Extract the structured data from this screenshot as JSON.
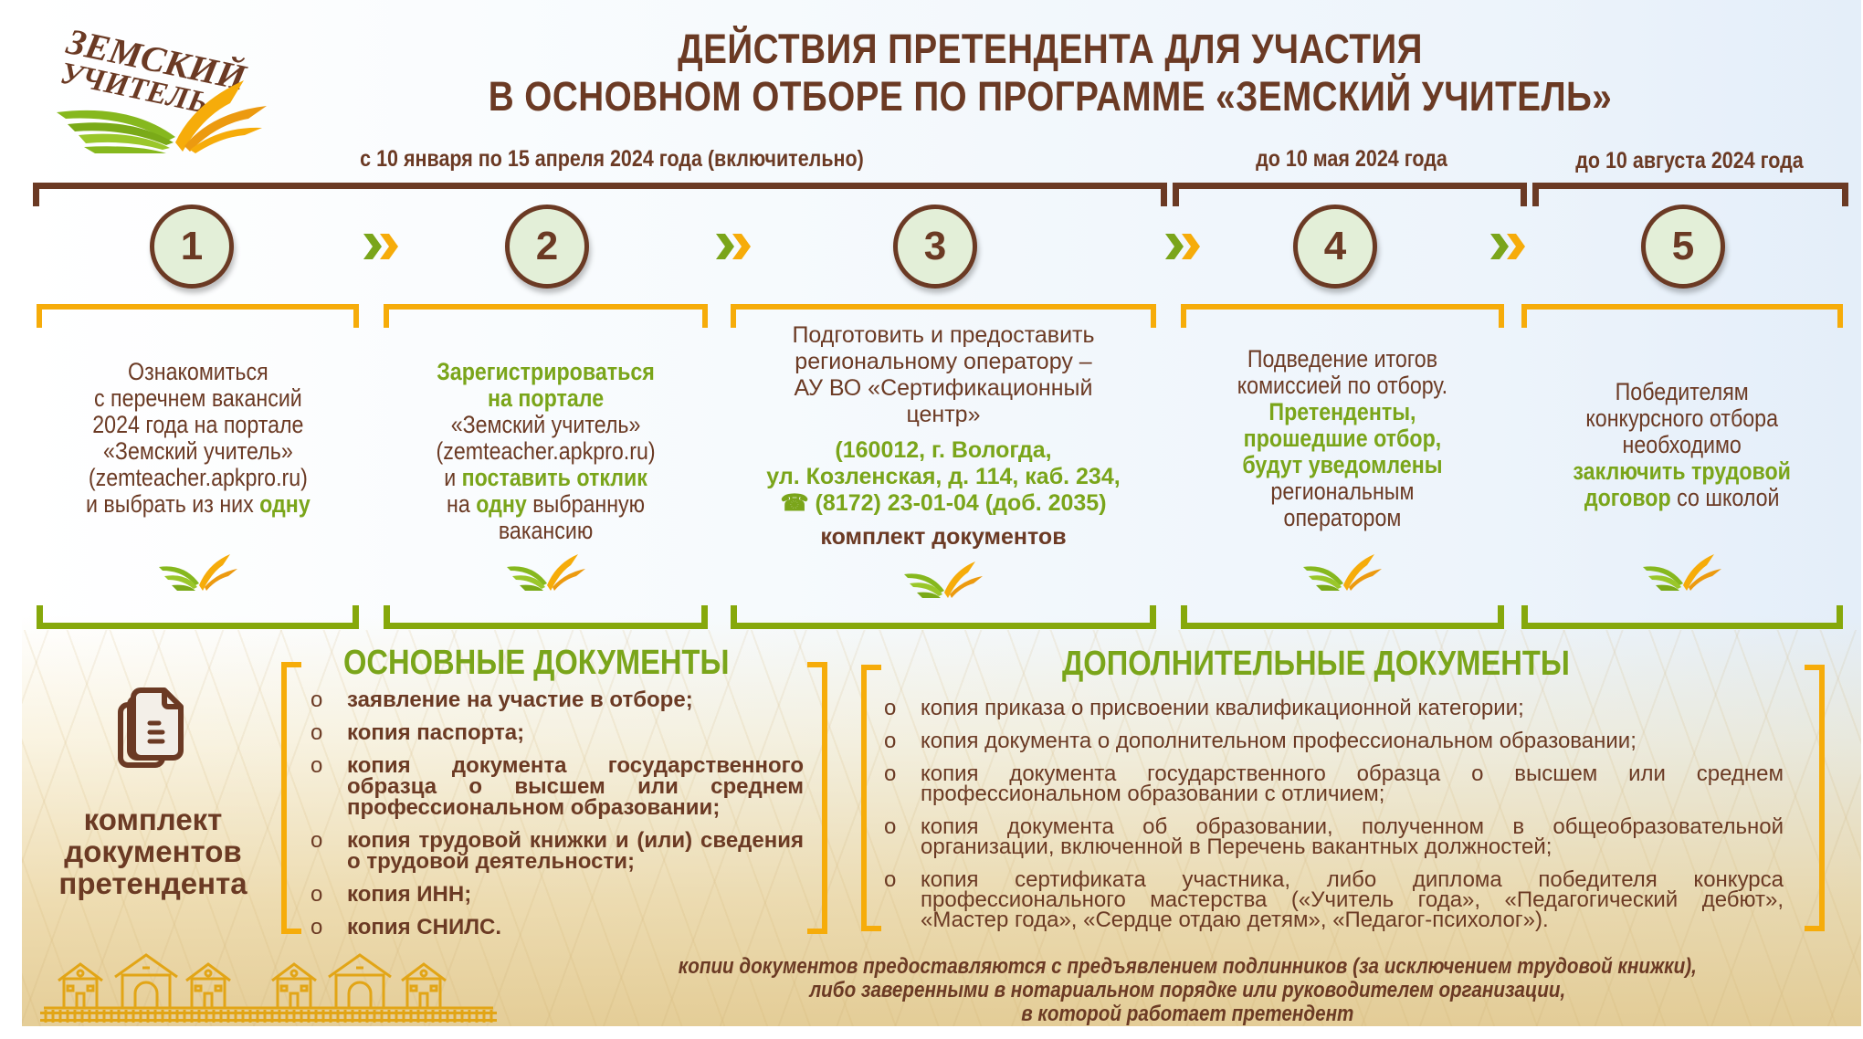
{
  "colors": {
    "brown": "#6b3a24",
    "green": "#7aa51a",
    "orange": "#f6ac0a",
    "olive_line": "#86a80b",
    "circle_fill": "#e3efd8"
  },
  "logo": {
    "line1": "ЗЕМСКИЙ",
    "line2": "УЧИТЕЛЬ",
    "icon": "open-book-field-logo"
  },
  "header": {
    "title_line1": "ДЕЙСТВИЯ ПРЕТЕНДЕНТА ДЛЯ УЧАСТИЯ",
    "title_line2": "В ОСНОВНОМ ОТБОРЕ ПО ПРОГРАММЕ «ЗЕМСКИЙ УЧИТЕЛЬ»"
  },
  "periods": [
    {
      "label": "с 10 января по 15 апреля 2024 года (включительно)",
      "steps": [
        1,
        2,
        3
      ]
    },
    {
      "label": "до 10 мая 2024 года",
      "steps": [
        4
      ]
    },
    {
      "label": "до 10 августа 2024 года",
      "steps": [
        5
      ]
    }
  ],
  "steps": [
    {
      "number": "1",
      "text_lines": [
        "Ознакомиться",
        "с перечнем вакансий",
        "2024 года на портале",
        "«Земский учитель»",
        "(zemteacher.apkpro.ru)"
      ],
      "last_plain": "и выбрать из них ",
      "last_highlight": "одну"
    },
    {
      "number": "2",
      "highlight1": "Зарегистрироваться",
      "highlight2": "на портале",
      "line3": "«Земский учитель»",
      "line4": "(zemteacher.apkpro.ru)",
      "line5_plain": "и ",
      "line5_highlight": "поставить отклик",
      "line6_plain1": "на ",
      "line6_highlight": "одну",
      "line6_plain2": " выбранную",
      "line7": "вакансию"
    },
    {
      "number": "3",
      "line1": "Подготовить и предоставить",
      "line2": "региональному оператору –",
      "line3": "АУ ВО «Сертификационный",
      "line4": "центр»",
      "address1": "(160012, г. Вологда,",
      "address2": "ул. Козленская, д. 114, каб. 234,",
      "phone_icon": "☎",
      "phone": " (8172) 23-01-04 (доб. 2035)",
      "bold_line": "комплект документов"
    },
    {
      "number": "4",
      "line1": "Подведение итогов",
      "line2": "комиссией по отбору.",
      "highlight1": "Претенденты,",
      "highlight2": "прошедшие отбор,",
      "highlight3": "будут уведомлены",
      "line6": "региональным",
      "line7": "оператором"
    },
    {
      "number": "5",
      "line1": "Победителям",
      "line2": "конкурсного отбора",
      "line3": "необходимо",
      "highlight1": "заключить трудовой",
      "highlight2": "договор",
      "line5_plain": " со школой"
    }
  ],
  "kit": {
    "icon": "documents-stack-icon",
    "label_lines": [
      "комплект",
      "документов",
      "претендента"
    ]
  },
  "main_documents": {
    "title": "ОСНОВНЫЕ ДОКУМЕНТЫ",
    "bullet": "o",
    "items": [
      "заявление на участие в отборе;",
      "копия паспорта;",
      "копия документа государственного образца о высшем или среднем профессиональном образовании;",
      "копия трудовой книжки и (или) сведения о трудовой деятельности;",
      "копия ИНН;",
      "копия СНИЛС."
    ]
  },
  "additional_documents": {
    "title": "ДОПОЛНИТЕЛЬНЫЕ ДОКУМЕНТЫ",
    "bullet": "o",
    "items": [
      "копия приказа о присвоении квалификационной категории;",
      "копия документа о дополнительном профессиональном образовании;",
      "копия документа государственного образца о высшем или среднем профессиональном образовании с отличием;",
      "копия документа об образовании, полученном в общеобразовательной организации, включенной в Перечень вакантных должностей;",
      "копия сертификата участника, либо диплома победителя конкурса профессионального мастерства («Учитель года», «Педагогический дебют», «Мастер года», «Сердце отдаю детям», «Педагог-психолог»)."
    ]
  },
  "footer_note": {
    "line1": "копии документов предоставляются с предъявлением подлинников (за исключением трудовой книжки),",
    "line2": "либо заверенными в нотариальном порядке или руководителем организации,",
    "line3": "в которой работает претендент"
  },
  "decoration": {
    "houses_icon": "village-houses-fence-icon"
  }
}
